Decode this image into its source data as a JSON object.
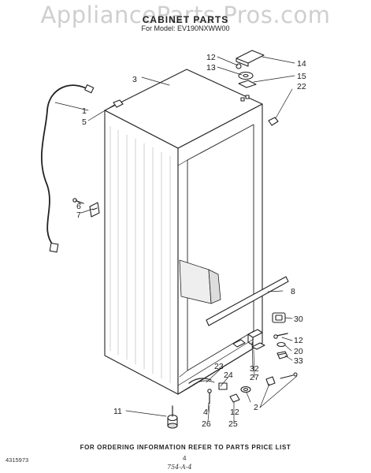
{
  "watermark": "ApplianceParts Pros.com",
  "title": "CABINET PARTS",
  "model_line": "For Model: EV190NXWW00",
  "callouts": {
    "c1": "1",
    "c2": "2",
    "c3": "3",
    "c4": "4",
    "c5": "5",
    "c6": "6",
    "c7": "7",
    "c8": "8",
    "c11": "11",
    "c12a": "12",
    "c12b": "12",
    "c12c": "12",
    "c13": "13",
    "c14": "14",
    "c15": "15",
    "c20": "20",
    "c22": "22",
    "c23": "23",
    "c24": "24",
    "c25": "25",
    "c26": "26",
    "c27": "27",
    "c30": "30",
    "c32": "32",
    "c33": "33"
  },
  "footer_note": "FOR ORDERING INFORMATION REFER TO PARTS PRICE LIST",
  "doc_number": "4315973",
  "page_number": "4",
  "handwritten_note": "754-A-4"
}
